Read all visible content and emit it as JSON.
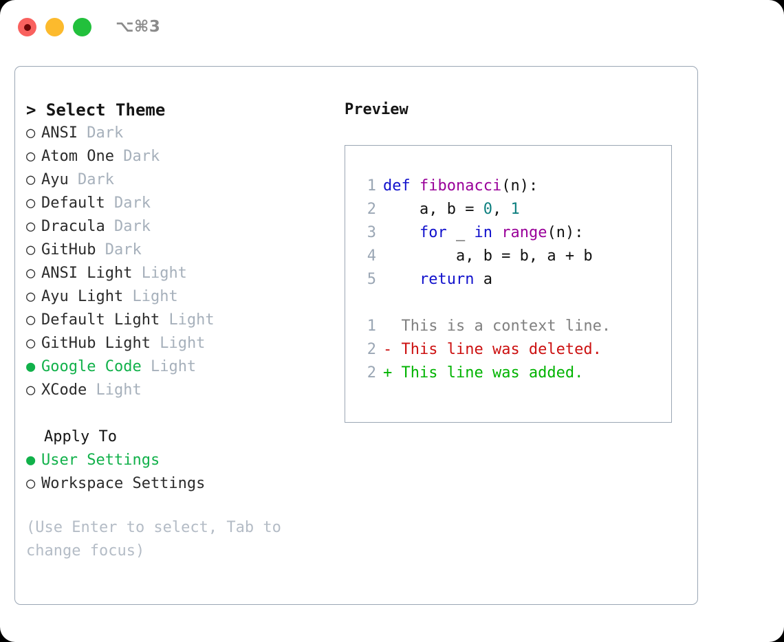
{
  "titlebar": {
    "shortcut": "⌥⌘3",
    "buttons": [
      {
        "name": "close",
        "color": "#f9615e"
      },
      {
        "name": "minimize",
        "color": "#fcba2d"
      },
      {
        "name": "zoom",
        "color": "#22c03c"
      }
    ]
  },
  "theme_picker": {
    "header": "> Select Theme",
    "selected_bullet": "●",
    "unselected_bullet": "○",
    "items": [
      {
        "bullet": "○",
        "name": "ANSI",
        "kind": "Dark",
        "selected": false
      },
      {
        "bullet": "○",
        "name": "Atom One",
        "kind": "Dark",
        "selected": false
      },
      {
        "bullet": "○",
        "name": "Ayu",
        "kind": "Dark",
        "selected": false
      },
      {
        "bullet": "○",
        "name": "Default",
        "kind": "Dark",
        "selected": false
      },
      {
        "bullet": "○",
        "name": "Dracula",
        "kind": "Dark",
        "selected": false
      },
      {
        "bullet": "○",
        "name": "GitHub",
        "kind": "Dark",
        "selected": false
      },
      {
        "bullet": "○",
        "name": "ANSI Light",
        "kind": "Light",
        "selected": false
      },
      {
        "bullet": "○",
        "name": "Ayu Light",
        "kind": "Light",
        "selected": false
      },
      {
        "bullet": "○",
        "name": "Default Light",
        "kind": "Light",
        "selected": false
      },
      {
        "bullet": "○",
        "name": "GitHub Light",
        "kind": "Light",
        "selected": false
      },
      {
        "bullet": "●",
        "name": "Google Code",
        "kind": "Light",
        "selected": true
      },
      {
        "bullet": "○",
        "name": "XCode",
        "kind": "Light",
        "selected": false
      }
    ]
  },
  "apply_to": {
    "header": "Apply To",
    "options": [
      {
        "bullet": "●",
        "label": "User Settings",
        "selected": true
      },
      {
        "bullet": "○",
        "label": "Workspace Settings",
        "selected": false
      }
    ]
  },
  "hint": "(Use Enter to select, Tab to change focus)",
  "preview": {
    "title": "Preview",
    "code_lines": [
      {
        "num": "1",
        "tokens": [
          {
            "t": "def ",
            "c": "kw"
          },
          {
            "t": "fibonacci",
            "c": "fn"
          },
          {
            "t": "(n):",
            "c": "plain"
          }
        ]
      },
      {
        "num": "2",
        "tokens": [
          {
            "t": "    a, b = ",
            "c": "plain"
          },
          {
            "t": "0",
            "c": "num"
          },
          {
            "t": ", ",
            "c": "plain"
          },
          {
            "t": "1",
            "c": "num"
          }
        ]
      },
      {
        "num": "3",
        "tokens": [
          {
            "t": "    ",
            "c": "plain"
          },
          {
            "t": "for",
            "c": "kw"
          },
          {
            "t": " _ ",
            "c": "plain"
          },
          {
            "t": "in",
            "c": "kw"
          },
          {
            "t": " ",
            "c": "plain"
          },
          {
            "t": "range",
            "c": "fn"
          },
          {
            "t": "(n):",
            "c": "plain"
          }
        ]
      },
      {
        "num": "4",
        "tokens": [
          {
            "t": "        a, b = b, a + b",
            "c": "plain"
          }
        ]
      },
      {
        "num": "5",
        "tokens": [
          {
            "t": "    ",
            "c": "plain"
          },
          {
            "t": "return",
            "c": "kw"
          },
          {
            "t": " a",
            "c": "plain"
          }
        ]
      }
    ],
    "diff_lines": [
      {
        "num": "1",
        "marker": "  ",
        "text": "This is a context line.",
        "c": "ctx"
      },
      {
        "num": "2",
        "marker": "- ",
        "text": "This line was deleted.",
        "c": "del"
      },
      {
        "num": "2",
        "marker": "+ ",
        "text": "This line was added.",
        "c": "add"
      }
    ]
  },
  "colors": {
    "accent_green": "#11b14a",
    "border": "#9aa6b4",
    "muted": "#a6b0bb",
    "keyword": "#1111cc",
    "function": "#990099",
    "number": "#0d7f7f",
    "diff_added": "#00b300",
    "diff_deleted": "#cc1111",
    "context": "#808080"
  }
}
